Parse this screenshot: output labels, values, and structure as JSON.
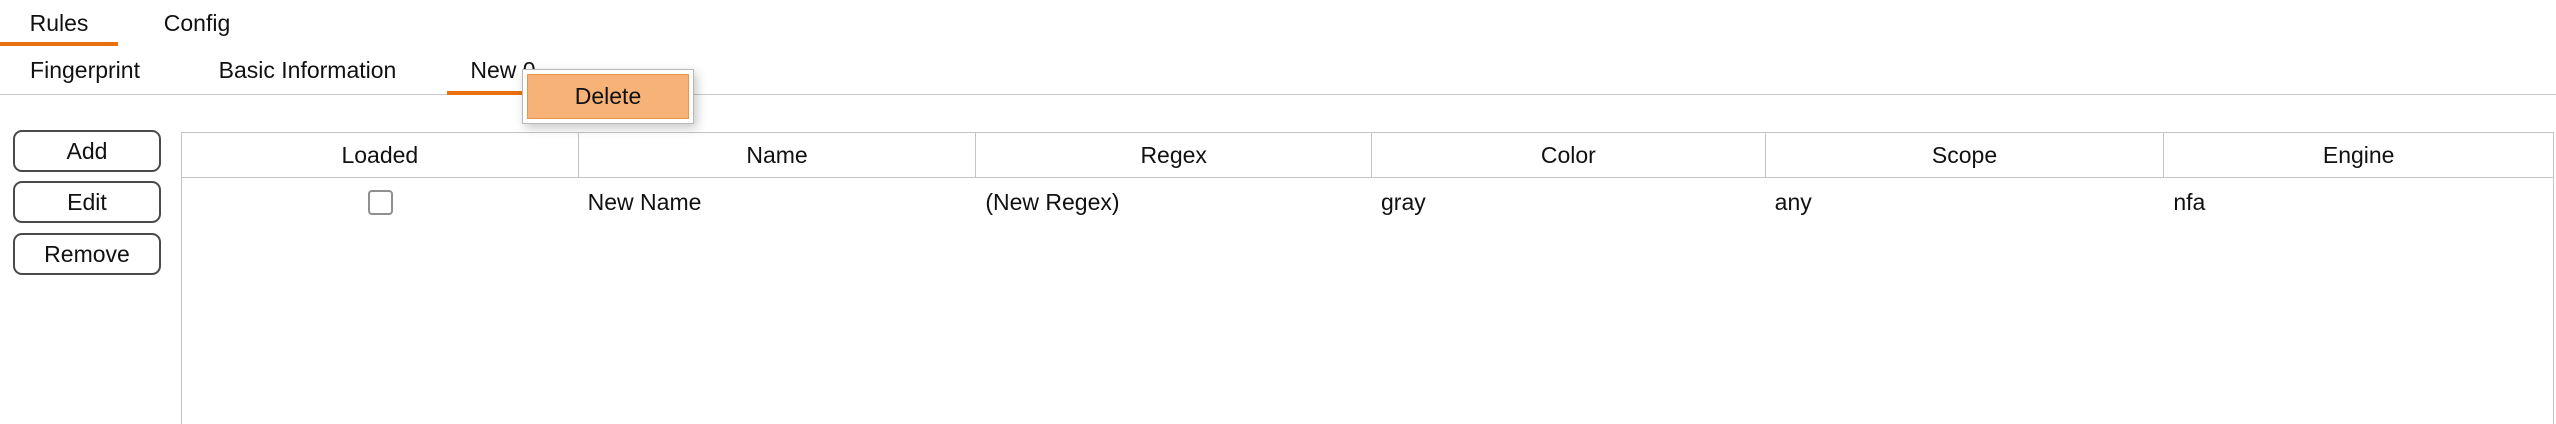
{
  "tabs_primary": [
    {
      "label": "Rules",
      "active": true
    },
    {
      "label": "Config",
      "active": false
    }
  ],
  "tabs_secondary": [
    {
      "label": "Fingerprint",
      "active": false
    },
    {
      "label": "Basic Information",
      "active": false
    },
    {
      "label": "New 0",
      "active": true
    }
  ],
  "context_menu": {
    "items": [
      {
        "label": "Delete",
        "highlighted": true
      }
    ]
  },
  "side_buttons": {
    "add_label": "Add",
    "edit_label": "Edit",
    "remove_label": "Remove"
  },
  "table": {
    "columns": [
      "Loaded",
      "Name",
      "Regex",
      "Color",
      "Scope",
      "Engine"
    ],
    "rows": [
      {
        "loaded": false,
        "name": "New Name",
        "regex": "(New Regex)",
        "color": "gray",
        "scope": "any",
        "engine": "nfa"
      }
    ]
  },
  "colors": {
    "accent": "#e8700e",
    "menu_highlight": "#f7b277",
    "table_border": "#c4c4c4"
  }
}
